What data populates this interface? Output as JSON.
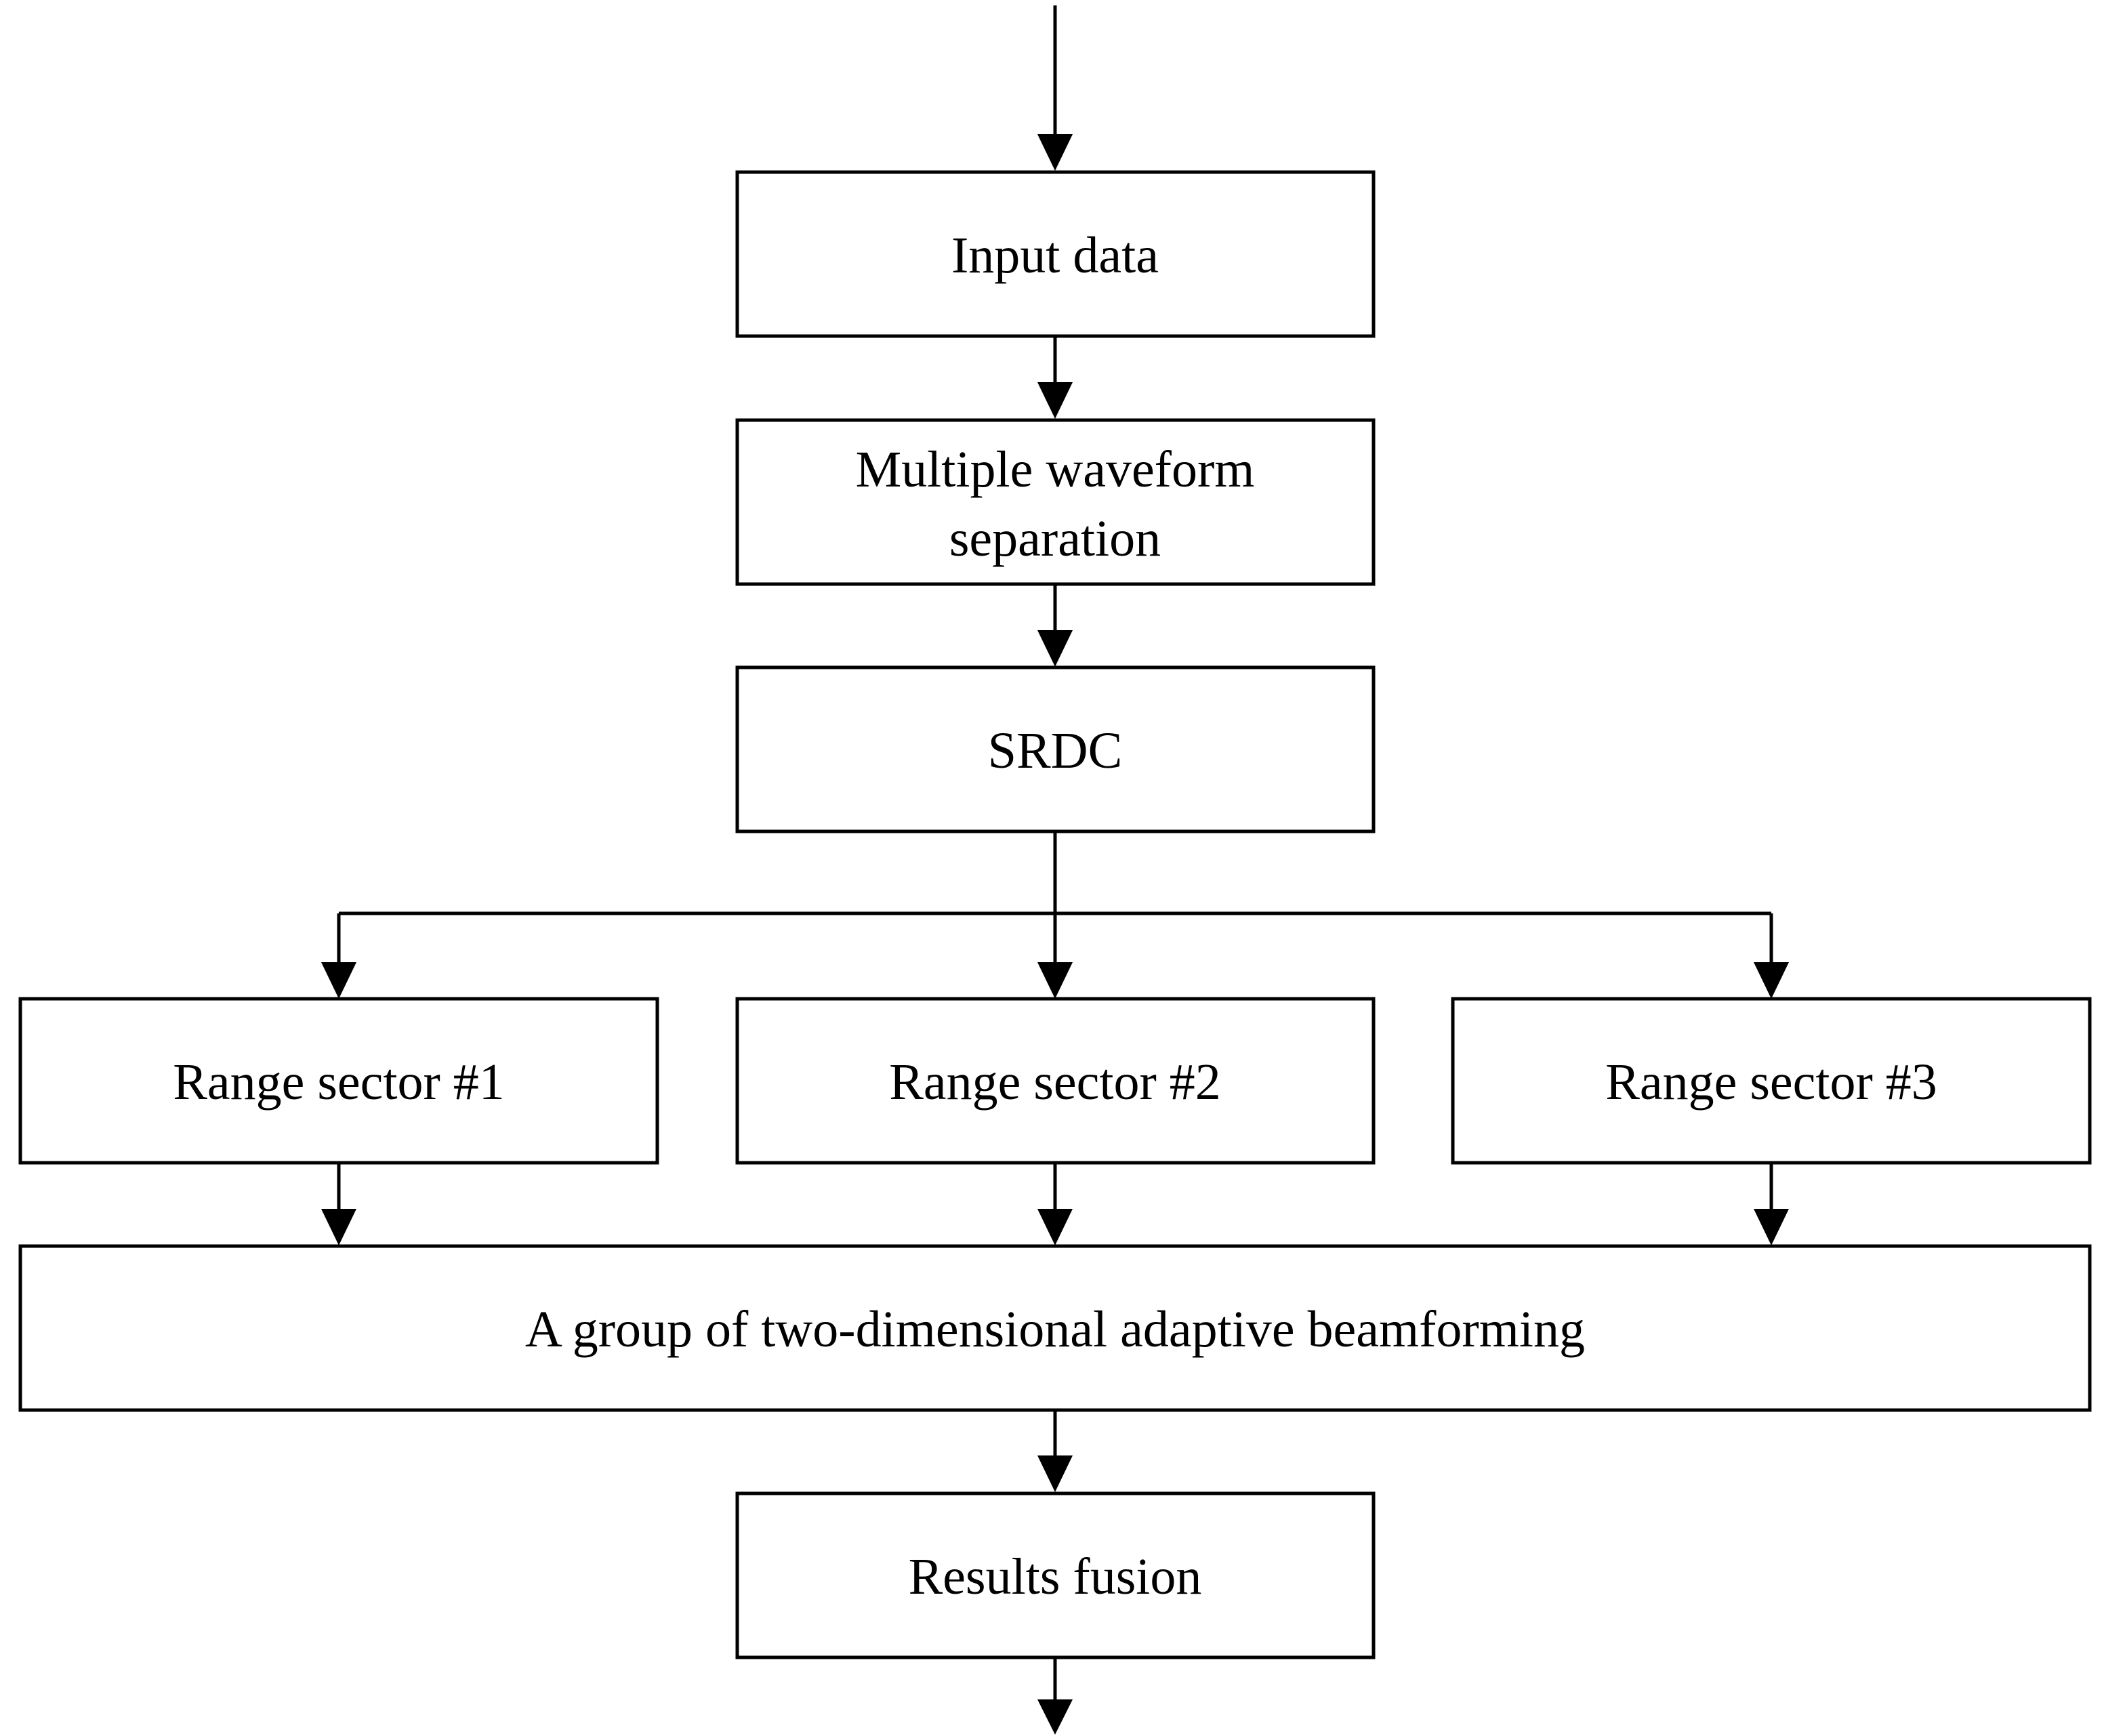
{
  "nodes": [
    {
      "id": "input",
      "lines": [
        "Input data"
      ]
    },
    {
      "id": "separation",
      "lines": [
        "Multiple waveform",
        "separation"
      ]
    },
    {
      "id": "srdc",
      "lines": [
        "SRDC"
      ]
    },
    {
      "id": "sector1",
      "lines": [
        "Range sector #1"
      ]
    },
    {
      "id": "sector2",
      "lines": [
        "Range sector #2"
      ]
    },
    {
      "id": "sector3",
      "lines": [
        "Range sector #3"
      ]
    },
    {
      "id": "beamforming",
      "lines": [
        "A group of two-dimensional adaptive beamforming"
      ]
    },
    {
      "id": "fusion",
      "lines": [
        "Results fusion"
      ]
    }
  ],
  "edges": [
    {
      "from": "",
      "to": "input"
    },
    {
      "from": "input",
      "to": "separation"
    },
    {
      "from": "separation",
      "to": "srdc"
    },
    {
      "from": "srdc",
      "to": "sector1"
    },
    {
      "from": "srdc",
      "to": "sector2"
    },
    {
      "from": "srdc",
      "to": "sector3"
    },
    {
      "from": "sector1",
      "to": "beamforming"
    },
    {
      "from": "sector2",
      "to": "beamforming"
    },
    {
      "from": "sector3",
      "to": "beamforming"
    },
    {
      "from": "beamforming",
      "to": "fusion"
    },
    {
      "from": "fusion",
      "to": ""
    }
  ]
}
